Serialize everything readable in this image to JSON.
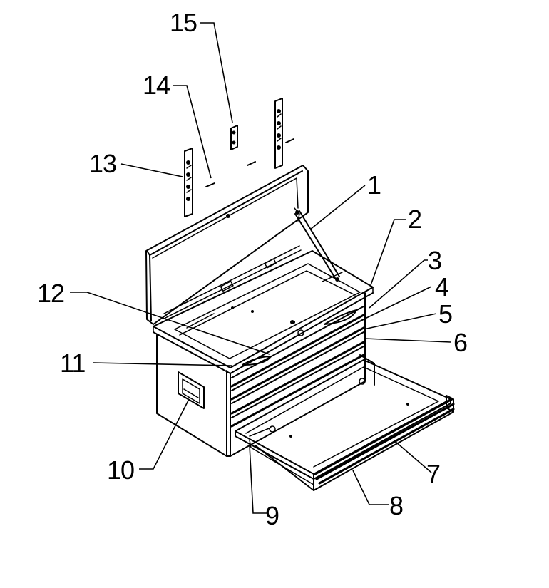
{
  "diagram": {
    "callouts": [
      {
        "id": "c1",
        "label": "1"
      },
      {
        "id": "c2",
        "label": "2"
      },
      {
        "id": "c3",
        "label": "3"
      },
      {
        "id": "c4",
        "label": "4"
      },
      {
        "id": "c5",
        "label": "5"
      },
      {
        "id": "c6",
        "label": "6"
      },
      {
        "id": "c7",
        "label": "7"
      },
      {
        "id": "c8",
        "label": "8"
      },
      {
        "id": "c9",
        "label": "9"
      },
      {
        "id": "c10",
        "label": "10"
      },
      {
        "id": "c11",
        "label": "11"
      },
      {
        "id": "c12",
        "label": "12"
      },
      {
        "id": "c13",
        "label": "13"
      },
      {
        "id": "c14",
        "label": "14"
      },
      {
        "id": "c15",
        "label": "15"
      }
    ]
  },
  "colors": {
    "ink": "#000000",
    "paper": "#ffffff"
  }
}
